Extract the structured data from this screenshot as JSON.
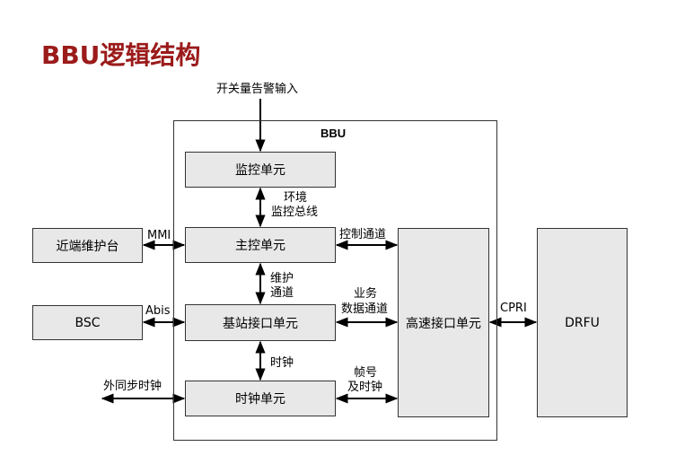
{
  "title": "BBU逻辑结构",
  "bbu_label": "BBU",
  "top_input": "开关量告警输入",
  "boxes": {
    "monitor": "监控单元",
    "main_control": "主控单元",
    "baseband_if": "基站接口单元",
    "clock": "时钟单元",
    "highspeed_if": "高速接口单元",
    "local_console": "近端维护台",
    "bsc": "BSC",
    "drfu": "DRFU"
  },
  "links": {
    "env_bus_1": "环境",
    "env_bus_2": "监控总线",
    "maint_1": "维护",
    "maint_2": "通道",
    "clock_link": "时钟",
    "mmi": "MMI",
    "abis": "Abis",
    "ext_sync": "外同步时钟",
    "ctrl_channel": "控制通道",
    "service_1": "业务",
    "service_2": "数据通道",
    "frame_1": "帧号",
    "frame_2": "及时钟",
    "cpri": "CPRI"
  }
}
